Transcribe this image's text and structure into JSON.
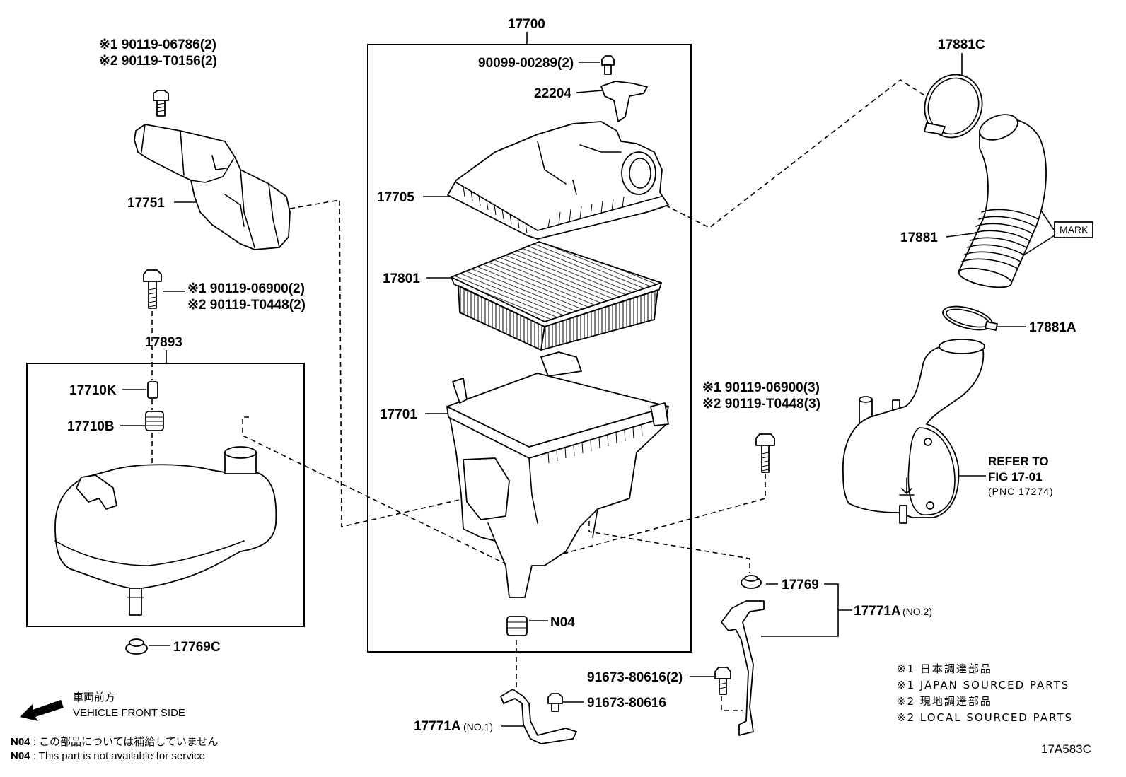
{
  "labels": {
    "p17700": "17700",
    "bolt_top_left_1": "※1 90119-06786(2)",
    "bolt_top_left_2": "※2 90119-T0156(2)",
    "p90099": "90099-00289(2)",
    "p22204": "22204",
    "p17881C": "17881C",
    "p17751": "17751",
    "p17705": "17705",
    "p17881": "17881",
    "mark": "MARK",
    "p17801": "17801",
    "bolt_left_1": "※1 90119-06900(2)",
    "bolt_left_2": "※2 90119-T0448(2)",
    "p17881A": "17881A",
    "p17893": "17893",
    "p17710K": "17710K",
    "bolt_right_1": "※1 90119-06900(3)",
    "bolt_right_2": "※2 90119-T0448(3)",
    "p17701": "17701",
    "p17710B": "17710B",
    "refer_1": "REFER TO",
    "refer_2": "FIG 17-01",
    "refer_3": "(PNC 17274)",
    "p17769": "17769",
    "p17771A_no2": "17771A",
    "p17771A_no2_suffix": "(NO.2)",
    "pN04": "N04",
    "p17769C": "17769C",
    "p91673_2": "91673-80616(2)",
    "p91673": "91673-80616",
    "p17771A_no1": "17771A",
    "p17771A_no1_suffix": "(NO.1)"
  },
  "legend": [
    "※1 日本調達部品",
    "※1 JAPAN SOURCED PARTS",
    "※2 現地調達部品",
    "※2 LOCAL SOURCED PARTS"
  ],
  "front": {
    "icon": "front-direction-arrow-icon",
    "jp": "車両前方",
    "en": "VEHICLE FRONT SIDE"
  },
  "notes": {
    "code": "N04",
    "jp": " : この部品については補給していません",
    "en": " : This part is not available for service"
  },
  "figure_code": "17A583C",
  "colors": {
    "line": "#000000",
    "background": "#ffffff"
  }
}
